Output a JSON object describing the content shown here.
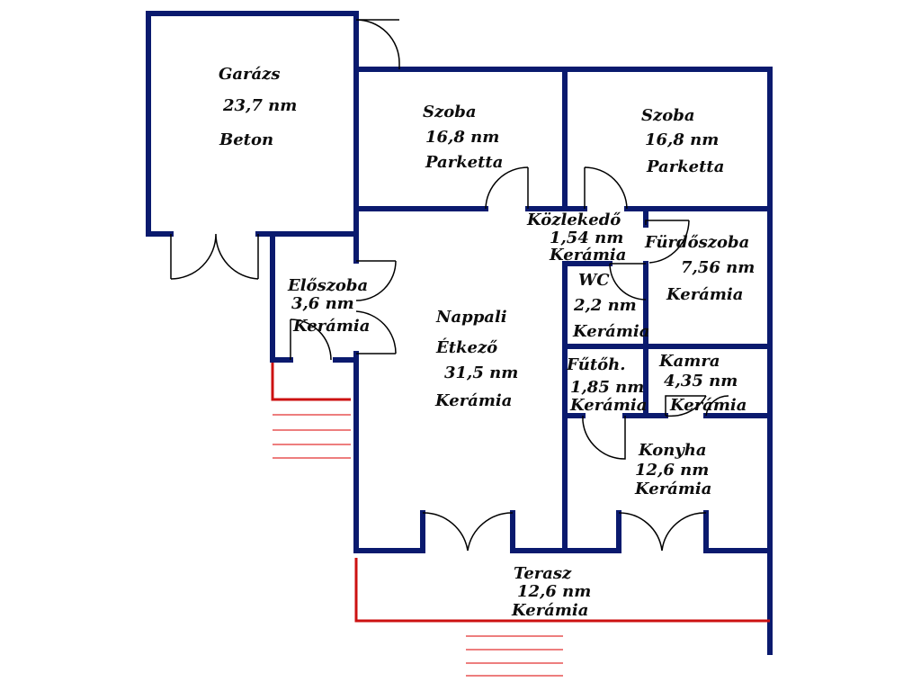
{
  "rooms": {
    "garazs": {
      "name": "Garázs",
      "area": "23,7 nm",
      "floor": "Beton"
    },
    "szoba1": {
      "name": "Szoba",
      "area": "16,8 nm",
      "floor": "Parketta"
    },
    "szoba2": {
      "name": "Szoba",
      "area": "16,8 nm",
      "floor": "Parketta"
    },
    "kozl": {
      "name": "Közlekedő",
      "area": "1,54 nm",
      "floor": "Kerámia"
    },
    "furdo": {
      "name": "Fürdőszoba",
      "area": "7,56 nm",
      "floor": "Kerámia"
    },
    "eloszoba": {
      "name": "Előszoba",
      "area": "3,6 nm",
      "floor": "Kerámia"
    },
    "wc": {
      "name": "WC",
      "area": "2,2 nm",
      "floor": "Kerámia"
    },
    "nappali": {
      "name": "Nappali",
      "name2": "Étkező",
      "area": "31,5 nm",
      "floor": "Kerámia"
    },
    "futoh": {
      "name": "Fűtőh.",
      "area": "1,85 nm",
      "floor": "Kerámia"
    },
    "kamra": {
      "name": "Kamra",
      "area": "4,35 nm",
      "floor": "Kerámia"
    },
    "konyha": {
      "name": "Konyha",
      "area": "12,6 nm",
      "floor": "Kerámia"
    },
    "terasz": {
      "name": "Terasz",
      "area": "12,6 nm",
      "floor": "Kerámia"
    }
  },
  "colors": {
    "wall": "#0a1a6e",
    "window": "#a9c8e8",
    "railing": "#cc1111"
  }
}
